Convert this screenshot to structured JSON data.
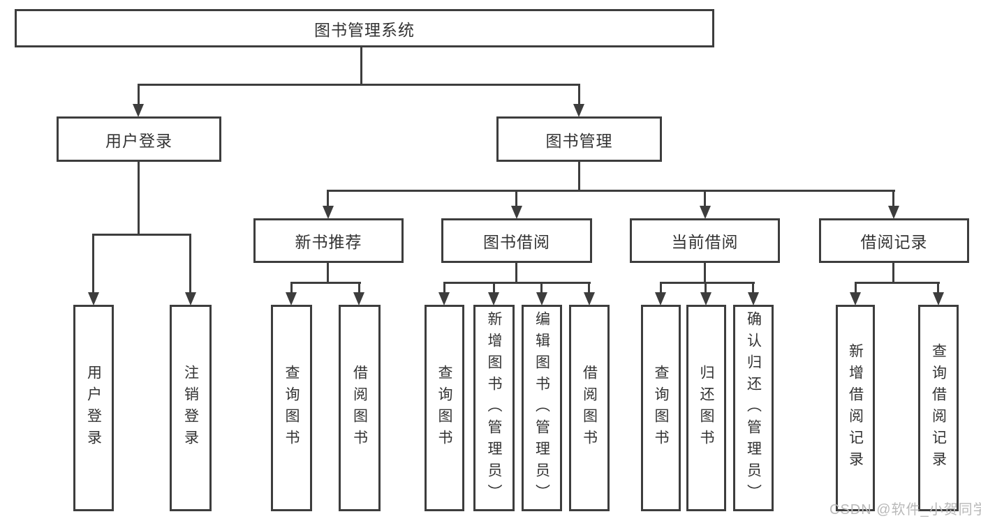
{
  "diagram": {
    "root": {
      "label": "图书管理系统"
    },
    "branches": {
      "user_login": {
        "label": "用户登录",
        "children": [
          {
            "label": "用户登录"
          },
          {
            "label": "注销登录"
          }
        ]
      },
      "book_mgmt": {
        "label": "图书管理",
        "children": [
          {
            "label": "新书推荐",
            "children": [
              {
                "label": "查询图书"
              },
              {
                "label": "借阅图书"
              }
            ]
          },
          {
            "label": "图书借阅",
            "children": [
              {
                "label": "查询图书"
              },
              {
                "label": "新增图书（管理员）"
              },
              {
                "label": "编辑图书（管理员）"
              },
              {
                "label": "借阅图书"
              }
            ]
          },
          {
            "label": "当前借阅",
            "children": [
              {
                "label": "查询图书"
              },
              {
                "label": "归还图书"
              },
              {
                "label": "确认归还（管理员）"
              }
            ]
          },
          {
            "label": "借阅记录",
            "children": [
              {
                "label": "新增借阅记录"
              },
              {
                "label": "查询借阅记录"
              }
            ]
          }
        ]
      }
    },
    "watermark": "CSDN @软件_小贺同学",
    "colors": {
      "line": "#3d3d3d",
      "text": "#333333",
      "watermark": "#b9b9b9",
      "box_fill": "#ffffff"
    }
  }
}
